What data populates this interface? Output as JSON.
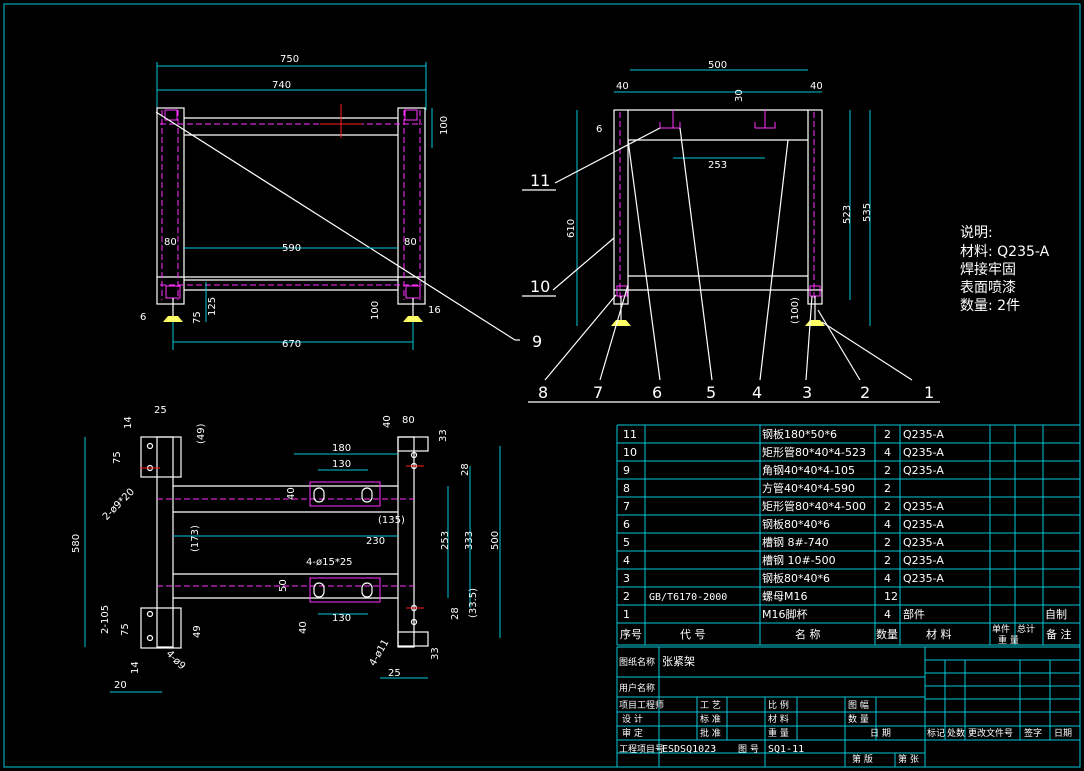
{
  "notes": {
    "heading": "说明:",
    "material": "材料: Q235-A",
    "weld": "焊接牢固",
    "paint": "表面喷漆",
    "qty": "数量: 2件"
  },
  "dims": {
    "front": {
      "w750": "750",
      "w740": "740",
      "w590": "590",
      "w80a": "80",
      "w80b": "80",
      "h100": "100",
      "h125": "125",
      "h75": "75",
      "h6": "6",
      "h100b": "100",
      "w16": "16",
      "w670": "670"
    },
    "side": {
      "w500": "500",
      "w40a": "40",
      "w30": "30",
      "w40b": "40",
      "h6": "6",
      "w253": "253",
      "h610": "610",
      "h523": "523",
      "h535": "535",
      "h100": "(100)"
    },
    "plan": {
      "w25": "25",
      "h14": "14",
      "h49": "(49)",
      "h75": "75",
      "hole2": "2-ø9*20",
      "h580": "580",
      "h173": "(173)",
      "w40": "40",
      "w80": "80",
      "h33": "33",
      "w180": "180",
      "w130": "130",
      "h28": "28",
      "h40": "40",
      "w135": "(135)",
      "w230": "230",
      "h253": "253",
      "h333": "333",
      "h500": "500",
      "slot4": "4-ø15*25",
      "h50": "50",
      "h40b": "40",
      "w130b": "130",
      "h28b": "28",
      "h335": "(33.5)",
      "h2105": "2-105",
      "h75b": "75",
      "h49b": "49",
      "h14b": "14",
      "w20": "20",
      "hole4": "4-ø9",
      "hole41": "4-ø11",
      "h33b": "33",
      "w25b": "25"
    }
  },
  "balloons": [
    "11",
    "10",
    "9",
    "8",
    "7",
    "6",
    "5",
    "4",
    "3",
    "2",
    "1"
  ],
  "bom": {
    "rows": [
      {
        "no": "11",
        "code": "",
        "name": "钢板180*50*6",
        "qty": "2",
        "mat": "Q235-A",
        "remark": ""
      },
      {
        "no": "10",
        "code": "",
        "name": "矩形管80*40*4-523",
        "qty": "4",
        "mat": "Q235-A",
        "remark": ""
      },
      {
        "no": "9",
        "code": "",
        "name": "角钢40*40*4-105",
        "qty": "2",
        "mat": "Q235-A",
        "remark": ""
      },
      {
        "no": "8",
        "code": "",
        "name": "方管40*40*4-590",
        "qty": "2",
        "mat": "",
        "remark": ""
      },
      {
        "no": "7",
        "code": "",
        "name": "矩形管80*40*4-500",
        "qty": "2",
        "mat": "Q235-A",
        "remark": ""
      },
      {
        "no": "6",
        "code": "",
        "name": "钢板80*40*6",
        "qty": "4",
        "mat": "Q235-A",
        "remark": ""
      },
      {
        "no": "5",
        "code": "",
        "name": "槽钢 8#-740",
        "qty": "2",
        "mat": "Q235-A",
        "remark": ""
      },
      {
        "no": "4",
        "code": "",
        "name": "槽钢 10#-500",
        "qty": "2",
        "mat": "Q235-A",
        "remark": ""
      },
      {
        "no": "3",
        "code": "",
        "name": "钢板80*40*6",
        "qty": "4",
        "mat": "Q235-A",
        "remark": ""
      },
      {
        "no": "2",
        "code": "GB/T6170-2000",
        "name": "螺母M16",
        "qty": "12",
        "mat": "",
        "remark": ""
      },
      {
        "no": "1",
        "code": "",
        "name": "M16脚杯",
        "qty": "4",
        "mat": "部件",
        "remark": "自制"
      }
    ],
    "header": {
      "no": "序号",
      "code": "代  号",
      "name": "名  称",
      "qty": "数量",
      "mat": "材  料",
      "unit": "单件",
      "total": "总计",
      "weight": "重  量",
      "remark": "备 注"
    }
  },
  "title_block": {
    "drawing_name_label": "图纸名称",
    "drawing_name": "张紧架",
    "customer_label": "用户名称",
    "project_eng": "项目工程师",
    "designer": "设  计",
    "checker": "审  定",
    "process": "工  艺",
    "standard": "标  准",
    "approve": "批  准",
    "scale": "比  例",
    "material": "材  料",
    "weight": "重  量",
    "sheet_size": "图  幅",
    "quantity": "数  量",
    "date": "日  期",
    "project_no_label": "工程项目号",
    "project_no": "ESDSQ1023",
    "drawing_no_label": "图  号",
    "drawing_no": "SQ1-11",
    "sheet_total": "第  版",
    "sheet_of": "第  张",
    "rev_mark": "标记",
    "rev_place": "处数",
    "rev_doc": "更改文件号",
    "rev_sign": "签字",
    "rev_date": "日期"
  },
  "colors": {
    "background": "#000000",
    "dimension": "#00c8d7",
    "outline": "#ffffff",
    "hidden": "#ff33ff",
    "centerline": "#ff2020"
  }
}
